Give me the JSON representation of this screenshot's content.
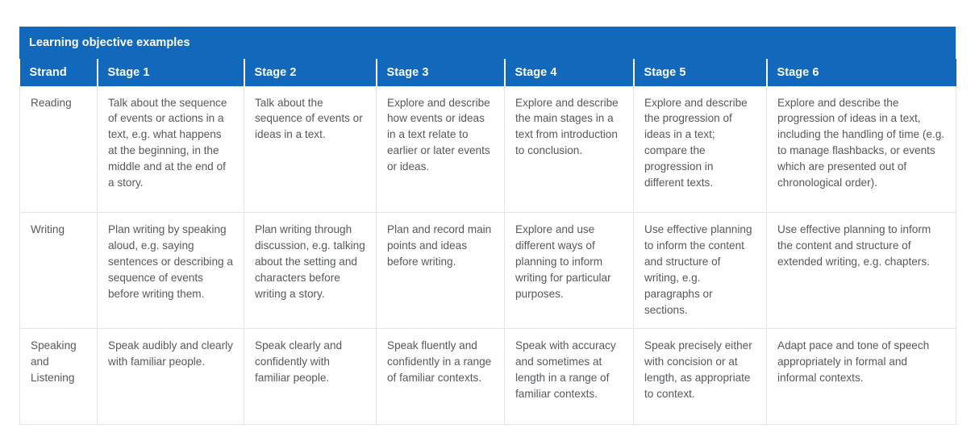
{
  "table": {
    "caption": "Learning objective examples",
    "accent_color": "#1269BC",
    "header_text_color": "#ffffff",
    "body_text_color": "#55595c",
    "border_color": "#e2e4e6",
    "headers": [
      "Strand",
      "Stage 1",
      "Stage 2",
      "Stage 3",
      "Stage 4",
      "Stage 5",
      "Stage 6"
    ],
    "rows": [
      {
        "strand": "Reading",
        "cells": [
          "Talk about the sequence of events or actions in a text, e.g. what happens at the beginning, in the middle and at the end of a story.",
          "Talk about the sequence of events or ideas in a text.",
          "Explore and describe how events or ideas in a text relate to earlier or later events or ideas.",
          "Explore and describe the main stages in a text from introduction to conclusion.",
          "Explore and describe the progression of ideas in a text; compare the progression in different texts.",
          "Explore and describe the progression of ideas in a text, including the handling of time (e.g. to manage flashbacks, or events which are presented out of chronological order)."
        ]
      },
      {
        "strand": "Writing",
        "cells": [
          "Plan writing by speaking aloud, e.g. saying sentences or describing a sequence of events before writing them.",
          "Plan writing through discussion, e.g. talking about the setting and characters before writing a story.",
          "Plan and record main points and ideas before writing.",
          "Explore and use different ways of planning to inform writing for particular purposes.",
          "Use effective planning to inform the content and structure of writing, e.g. paragraphs or sections.",
          "Use effective planning to inform the content and structure of extended writing, e.g. chapters."
        ]
      },
      {
        "strand": "Speaking and Listening",
        "cells": [
          "Speak audibly and clearly with familiar people.",
          "Speak clearly and confidently with familiar people.",
          "Speak fluently and confidently in a range of familiar contexts.",
          "Speak with accuracy and sometimes at length in a range of familiar contexts.",
          "Speak precisely either with concision or at length, as appropriate to context.",
          "Adapt pace and tone of speech appropriately in formal and informal contexts."
        ]
      }
    ]
  }
}
